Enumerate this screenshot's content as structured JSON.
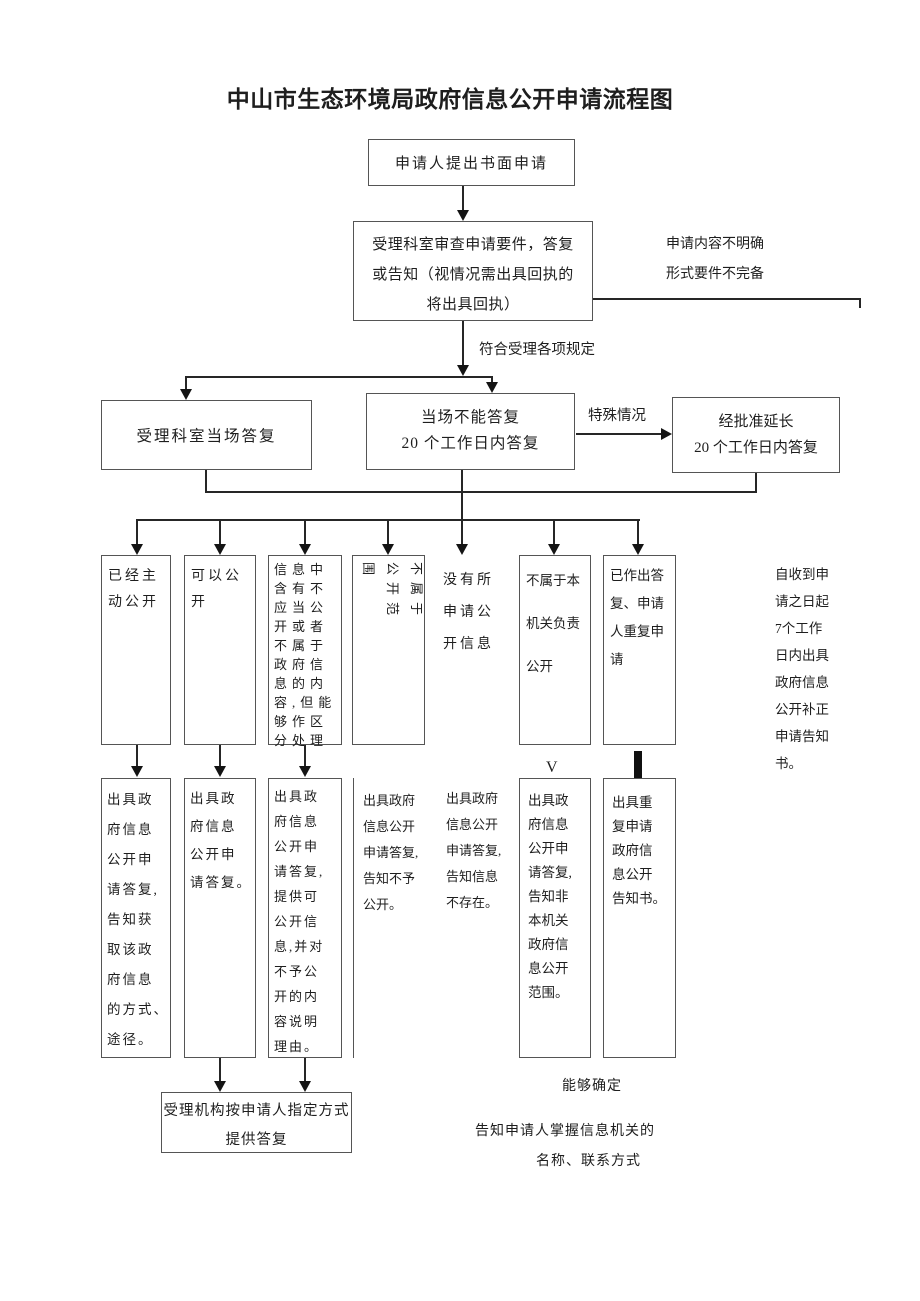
{
  "title": "中山市生态环境局政府信息公开申请流程图",
  "flow": {
    "apply": "申请人提出书面申请",
    "review": "受理科室审查申请要件，答复\n或告知（视情况需出具回执的\n将出具回执）",
    "review_side_note": "申请内容不明确\n形式要件不完备",
    "accept_label": "符合受理各项规定",
    "onspot": "受理科室当场答复",
    "delay": "当场不能答复\n20 个工作日内答复",
    "special_case_label": "特殊情况",
    "extended": "经批准延长\n20 个工作日内答复"
  },
  "branches": [
    {
      "condition": "已经主\n动公开",
      "outcome": "出具政\n府信息\n公开申\n请答复,\n告知获\n取该政\n府信息\n的方式、\n途径。"
    },
    {
      "condition": "可以公\n开",
      "outcome": "出具政\n府信息\n公开申\n请答复。"
    },
    {
      "condition": "信息中\n含有不\n应当公\n开或者\n不属于\n政府信\n息的内\n容,但能\n够作区\n分处理",
      "outcome": "出具政\n府信息\n公开申\n请答复,\n提供可\n公开信\n息,并对\n不予公\n开的内\n容说明\n理由。"
    },
    {
      "condition": "不属于\n公开范\n围",
      "outcome": "出具政府\n信息公开\n申请答复,\n告知不予\n公开。"
    },
    {
      "condition": "没有所\n申请公\n开信息",
      "outcome": "出具政府\n信息公开\n申请答复,\n告知信息\n不存在。"
    },
    {
      "condition": "不属于本\n机关负责\n公开",
      "outcome": "出具政\n府信息\n公开申\n请答复,\n告知非\n本机关\n政府信\n息公开\n范围。"
    },
    {
      "condition": "已作出答\n复、申请\n人重复申\n请",
      "outcome": "出具重\n复申请\n政府信\n息公开\n告知书。"
    }
  ],
  "supplement_note": "自收到申\n请之日起\n7个工作\n日内出具\n政府信息\n公开补正\n申请告知\n书。",
  "final": {
    "deliver": "受理机构按申请人指定方式\n提供答复",
    "able_confirm": "能够确定",
    "inform_line1": "告知申请人掌握信息机关的",
    "inform_line2": "名称、联系方式"
  },
  "glyphs": {
    "v_connector": "V"
  }
}
